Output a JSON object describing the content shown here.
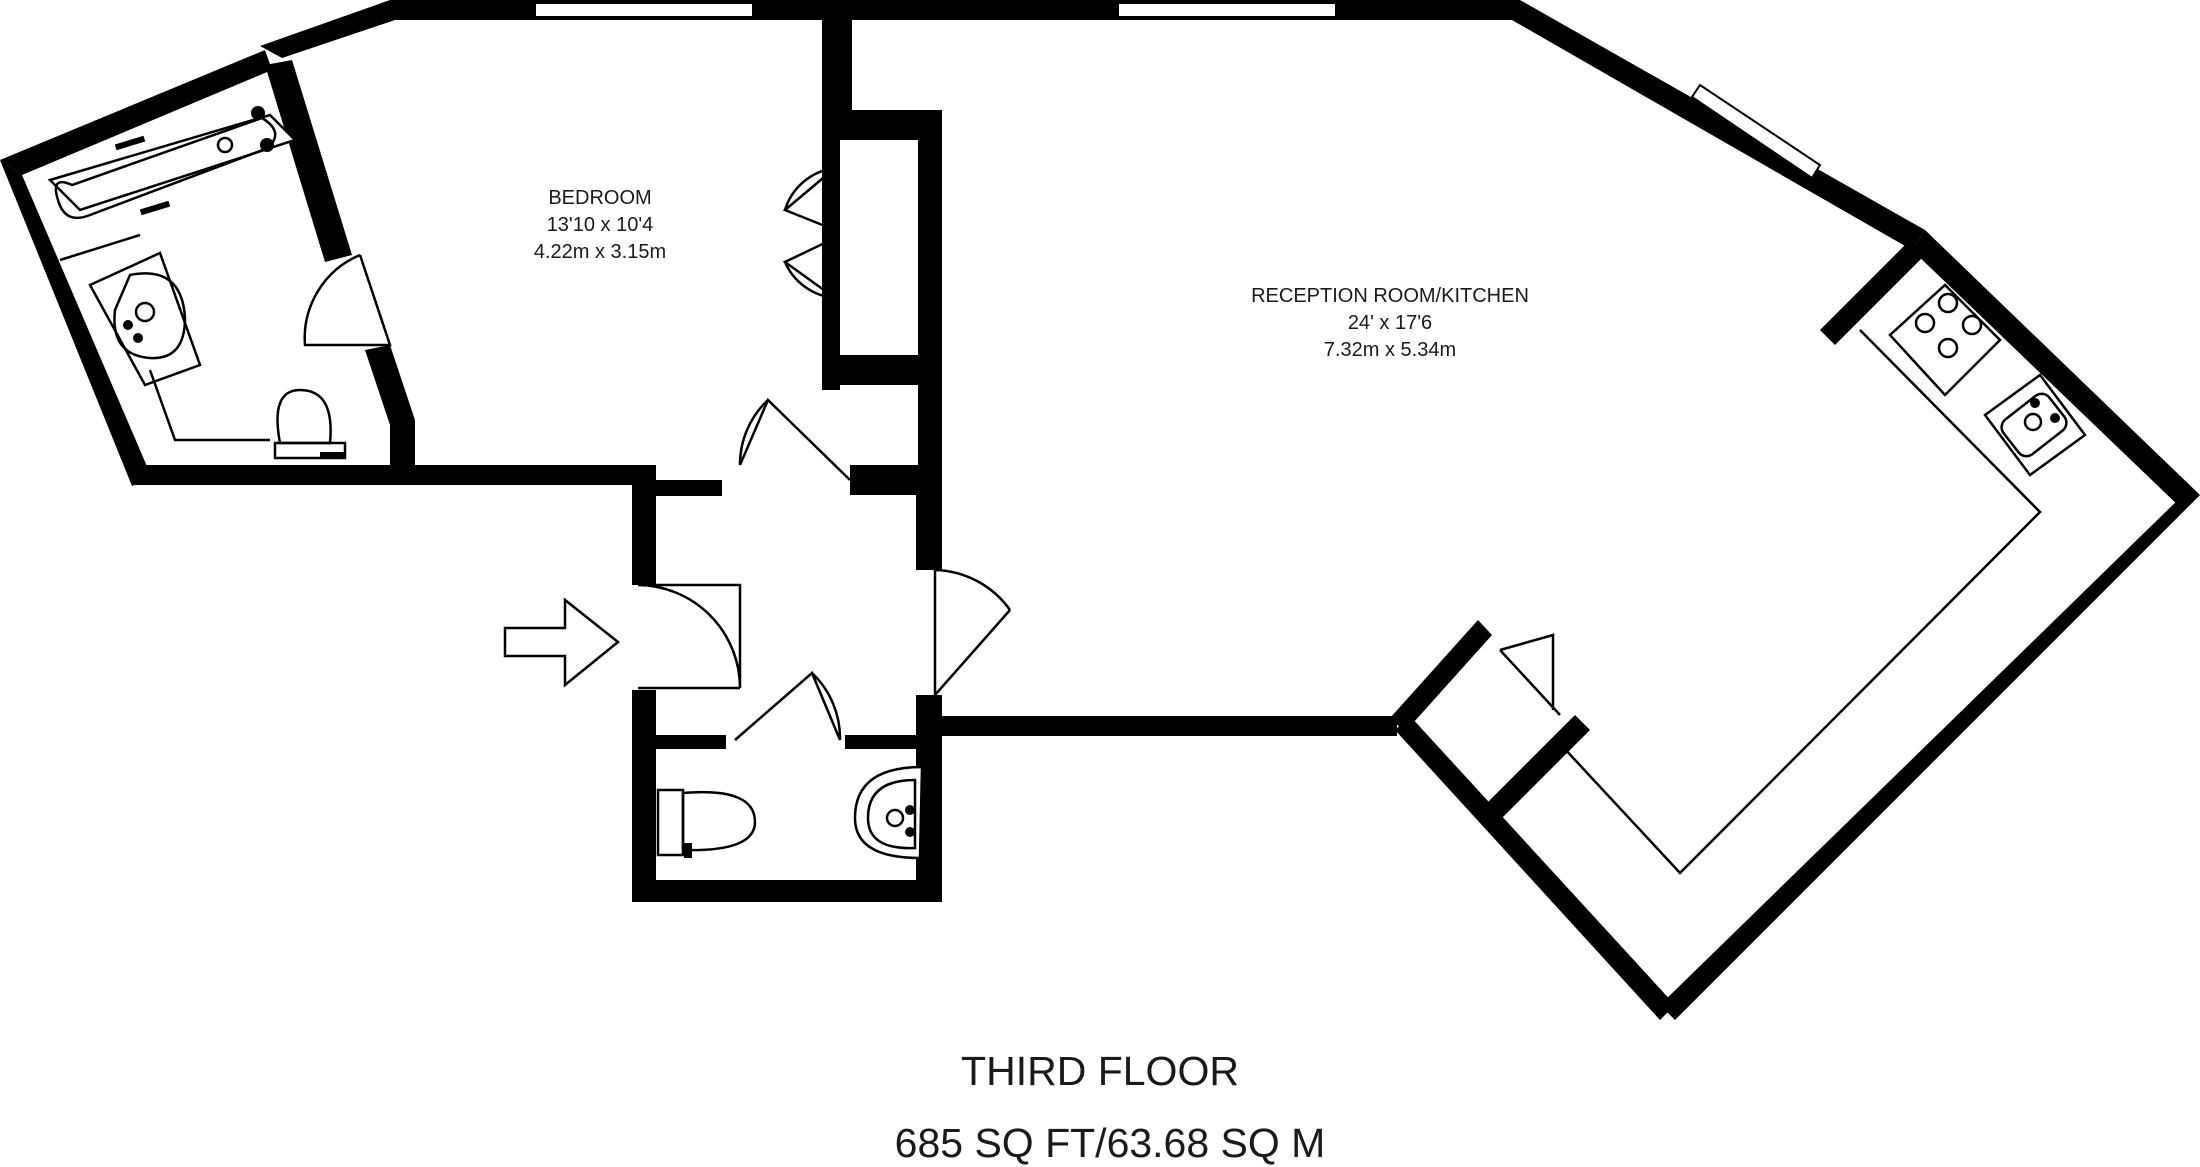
{
  "rooms": {
    "bedroom": {
      "name": "BEDROOM",
      "imperial": "13'10 x 10'4",
      "metric": "4.22m x 3.15m"
    },
    "reception": {
      "name": "RECEPTION ROOM/KITCHEN",
      "imperial": "24' x 17'6",
      "metric": "7.32m x 5.34m"
    }
  },
  "floor": {
    "name": "THIRD FLOOR",
    "area": "685 SQ FT/63.68 SQ M"
  },
  "icons": [
    "entrance-arrow-icon",
    "bath-icon",
    "basin-icon",
    "toilet-icon",
    "hob-icon",
    "kitchen-sink-icon"
  ],
  "colors": {
    "walls": "#000000",
    "background": "#ffffff"
  }
}
